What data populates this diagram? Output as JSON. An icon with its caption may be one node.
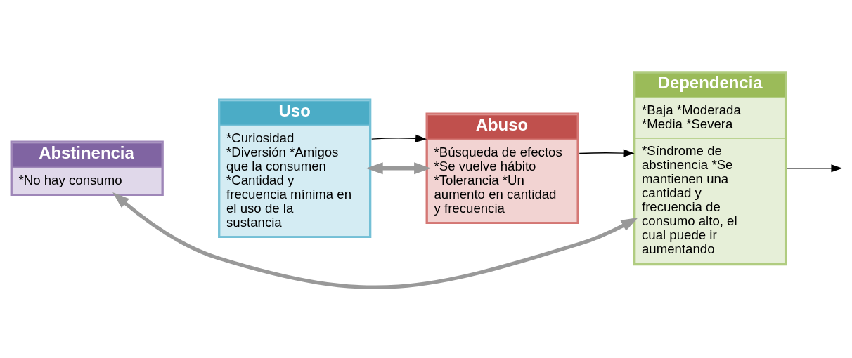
{
  "diagram": {
    "nodes": [
      {
        "text": [
          "Abstinencia",
          "*No hay consumo"
        ]
      },
      {
        "text": [
          "Uso",
          "*Curiosidad *Diversión *Amigos que la consumen *Cantidad y frecuencia mínima en el uso de la sustancia"
        ]
      },
      {
        "text": [
          "Abuso",
          "*Búsqueda de efectos *Se vuelve hábito *Tolerancia *Un aumento en cantidad y frecuencia"
        ]
      },
      {
        "text": [
          "Dependencia",
          "*Baja *Moderada *Media *Severa",
          "*Síndrome de abstinencia *Se mantienen una cantidad y frecuencia de consumo alto, el cual puede ir aumentando"
        ]
      }
    ],
    "edges": [
      {
        "from": 0,
        "to": 3,
        "arrow": "both",
        "style": "thick",
        "color": "#999999"
      },
      {
        "from": 1,
        "to": 2,
        "arrow": "both",
        "style": "thick",
        "color": "#999999"
      },
      {
        "from": 1,
        "to": 2,
        "arrow": "to",
        "color": "#000000"
      },
      {
        "from": 2,
        "to": 3,
        "arrow": "to",
        "color": "#000000"
      },
      {
        "from": 3,
        "to": null,
        "arrow": "to",
        "color": "#000000"
      }
    ]
  }
}
